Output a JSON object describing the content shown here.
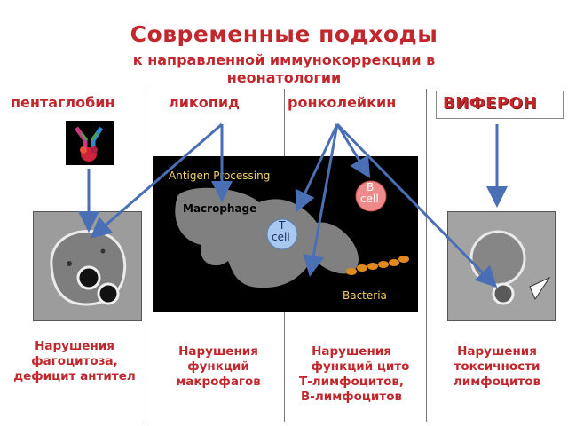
{
  "title": "Современные подходы",
  "subtitle": "к направленной иммунокоррекции в неонатологии",
  "drugs": {
    "pentaglobin": "пентаглобин",
    "likopid": "ликопид",
    "roncoleukin": "ронколейкин",
    "viferon": "ВИФЕРОН"
  },
  "panel": {
    "heading": "Antigen Processing",
    "macrophage": "Macrophage",
    "b_cell_line1": "B",
    "b_cell_line2": "cell",
    "t_cell_line1": "T",
    "t_cell_line2": "cell",
    "bacteria": "Bacteria"
  },
  "notes": {
    "phagocytosis": [
      "Нарушения",
      "фагоцитоза,",
      "дефицит антител"
    ],
    "macrophages": [
      "Нарушения",
      "функций",
      "макрофагов"
    ],
    "lymphocytes": [
      "Нарушения",
      "функций цито",
      "Т-лимфоцитов,",
      "В-лимфоцитов"
    ],
    "cytotoxicity": [
      "Нарушения",
      "токсичности",
      "лимфоцитов"
    ]
  },
  "colors": {
    "title": "#c0282d",
    "arrow": "#4a6fb5",
    "panel_bg": "#000000",
    "macrophage": "#7f7f7f",
    "b_cell": "#f08a8a",
    "t_cell": "#a8c8f0",
    "bacteria": "#e0891e"
  }
}
